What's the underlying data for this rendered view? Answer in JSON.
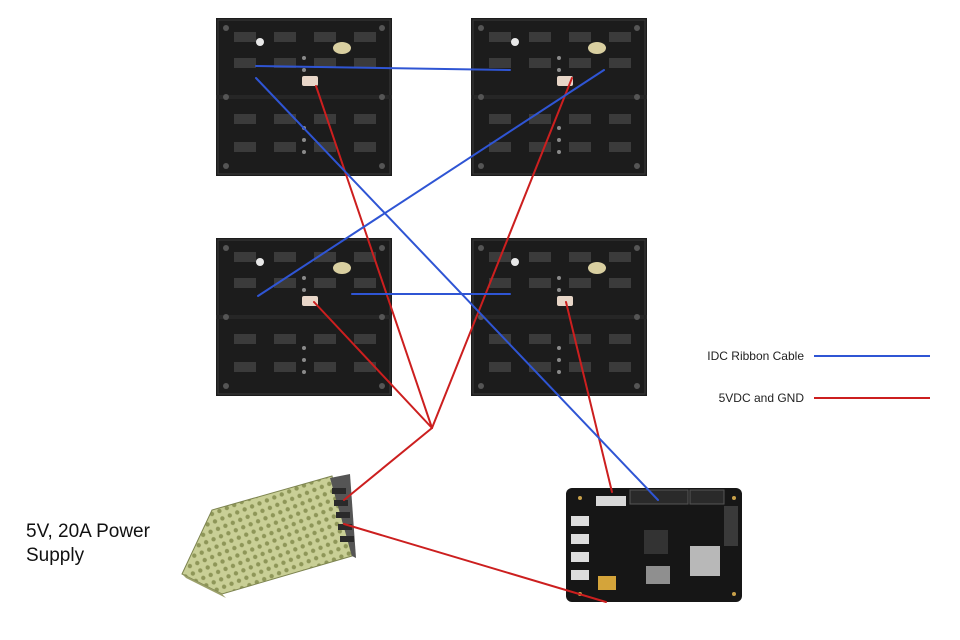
{
  "power_supply": {
    "label": "5V, 20A Power Supply"
  },
  "legend": [
    {
      "label": "IDC Ribbon Cable",
      "color": "#2f55d4"
    },
    {
      "label": "5VDC and GND",
      "color": "#cc1f1f"
    }
  ],
  "colors": {
    "panel_body": "#1b1b1b",
    "panel_edge": "#2a2a2a",
    "board": "#121212",
    "psu_mesh": "#b9c07a"
  }
}
